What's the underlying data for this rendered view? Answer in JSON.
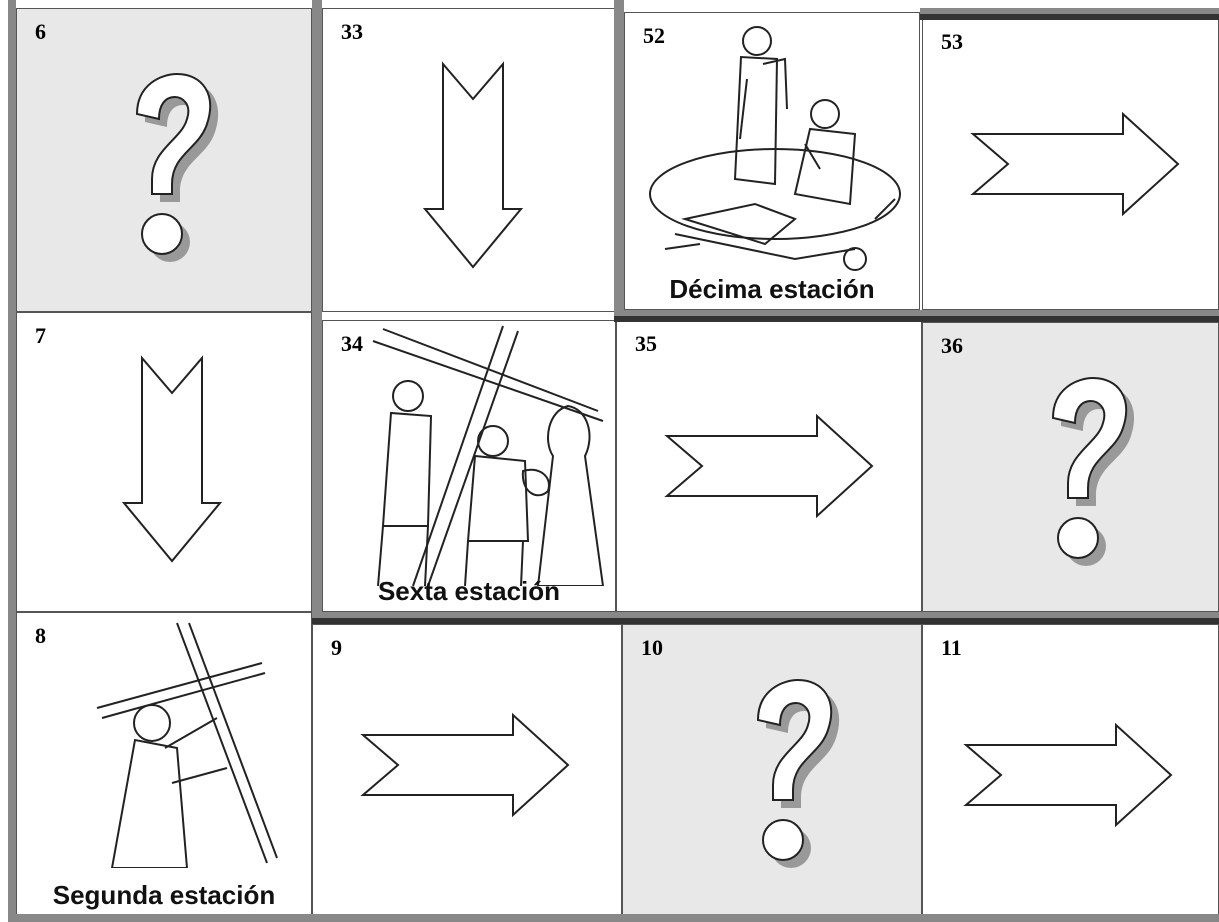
{
  "board": {
    "cells": [
      {
        "number": "6",
        "type": "question"
      },
      {
        "number": "33",
        "type": "arrow-down"
      },
      {
        "number": "52",
        "type": "station",
        "caption": "Décima estación",
        "icon": "tenth-station-illustration"
      },
      {
        "number": "53",
        "type": "arrow-right"
      },
      {
        "number": "7",
        "type": "arrow-down"
      },
      {
        "number": "34",
        "type": "station",
        "caption": "Sexta estación",
        "icon": "sixth-station-illustration"
      },
      {
        "number": "35",
        "type": "arrow-right"
      },
      {
        "number": "36",
        "type": "question"
      },
      {
        "number": "8",
        "type": "station",
        "caption": "Segunda estación",
        "icon": "second-station-illustration"
      },
      {
        "number": "9",
        "type": "arrow-right"
      },
      {
        "number": "10",
        "type": "question"
      },
      {
        "number": "11",
        "type": "arrow-right"
      }
    ]
  },
  "colors": {
    "question_background": "#e8e8e8",
    "cell_background": "#ffffff",
    "frame_gray": "#888888",
    "frame_dark": "#333333"
  }
}
